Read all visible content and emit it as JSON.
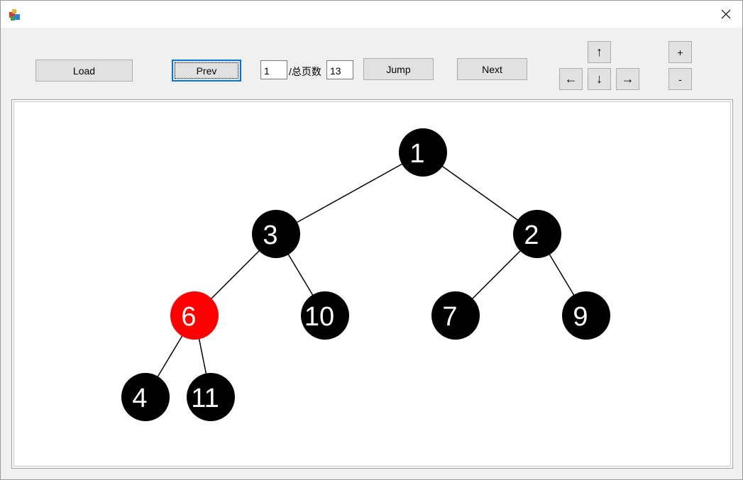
{
  "window": {
    "title": ""
  },
  "toolbar": {
    "load_label": "Load",
    "prev_label": "Prev",
    "page_value": "1",
    "total_label": "/总页数",
    "total_value": "13",
    "jump_label": "Jump",
    "next_label": "Next",
    "up_label": "↑",
    "left_label": "←",
    "down_label": "↓",
    "right_label": "→",
    "zoom_in_label": "+",
    "zoom_out_label": "-"
  },
  "tree": {
    "colors": {
      "black": "#000000",
      "red": "#ff0000",
      "text": "#ffffff",
      "edge": "#000000"
    },
    "nodes": [
      {
        "id": "1",
        "label": "1",
        "color": "black"
      },
      {
        "id": "3",
        "label": "3",
        "color": "black"
      },
      {
        "id": "2",
        "label": "2",
        "color": "black"
      },
      {
        "id": "6",
        "label": "6",
        "color": "red"
      },
      {
        "id": "10",
        "label": "10",
        "color": "black"
      },
      {
        "id": "7",
        "label": "7",
        "color": "black"
      },
      {
        "id": "9",
        "label": "9",
        "color": "black"
      },
      {
        "id": "4",
        "label": "4",
        "color": "black"
      },
      {
        "id": "11",
        "label": "11",
        "color": "black"
      }
    ],
    "edges": [
      [
        "1",
        "3"
      ],
      [
        "1",
        "2"
      ],
      [
        "3",
        "6"
      ],
      [
        "3",
        "10"
      ],
      [
        "2",
        "7"
      ],
      [
        "2",
        "9"
      ],
      [
        "6",
        "4"
      ],
      [
        "6",
        "11"
      ]
    ]
  }
}
